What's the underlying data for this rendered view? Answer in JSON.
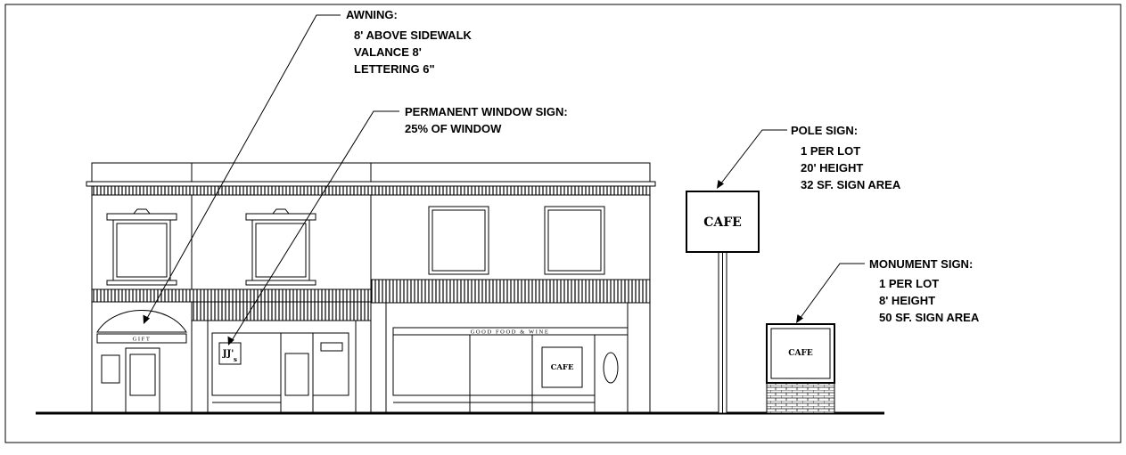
{
  "annotations": {
    "awning": {
      "title": "AWNING:",
      "lines": [
        "8' ABOVE SIDEWALK",
        "VALANCE 8'",
        "LETTERING 6\""
      ]
    },
    "window_sign": {
      "title": "PERMANENT WINDOW SIGN:",
      "lines": [
        "25% OF WINDOW"
      ]
    },
    "pole_sign": {
      "title": "POLE SIGN:",
      "lines": [
        "1 PER LOT",
        "20' HEIGHT",
        "32 SF. SIGN AREA"
      ]
    },
    "monument_sign": {
      "title": "MONUMENT SIGN:",
      "lines": [
        "1 PER LOT",
        "8' HEIGHT",
        "50 SF. SIGN AREA"
      ]
    }
  },
  "storefront": {
    "gift_label": "GIFT",
    "jjs_top": "JJ'",
    "jjs_bottom": "s",
    "cafe_banner": "GOOD FOOD & WINE",
    "cafe_window_sign": "CAFE"
  },
  "signs": {
    "pole_sign_text": "CAFE",
    "monument_sign_text": "CAFE"
  }
}
